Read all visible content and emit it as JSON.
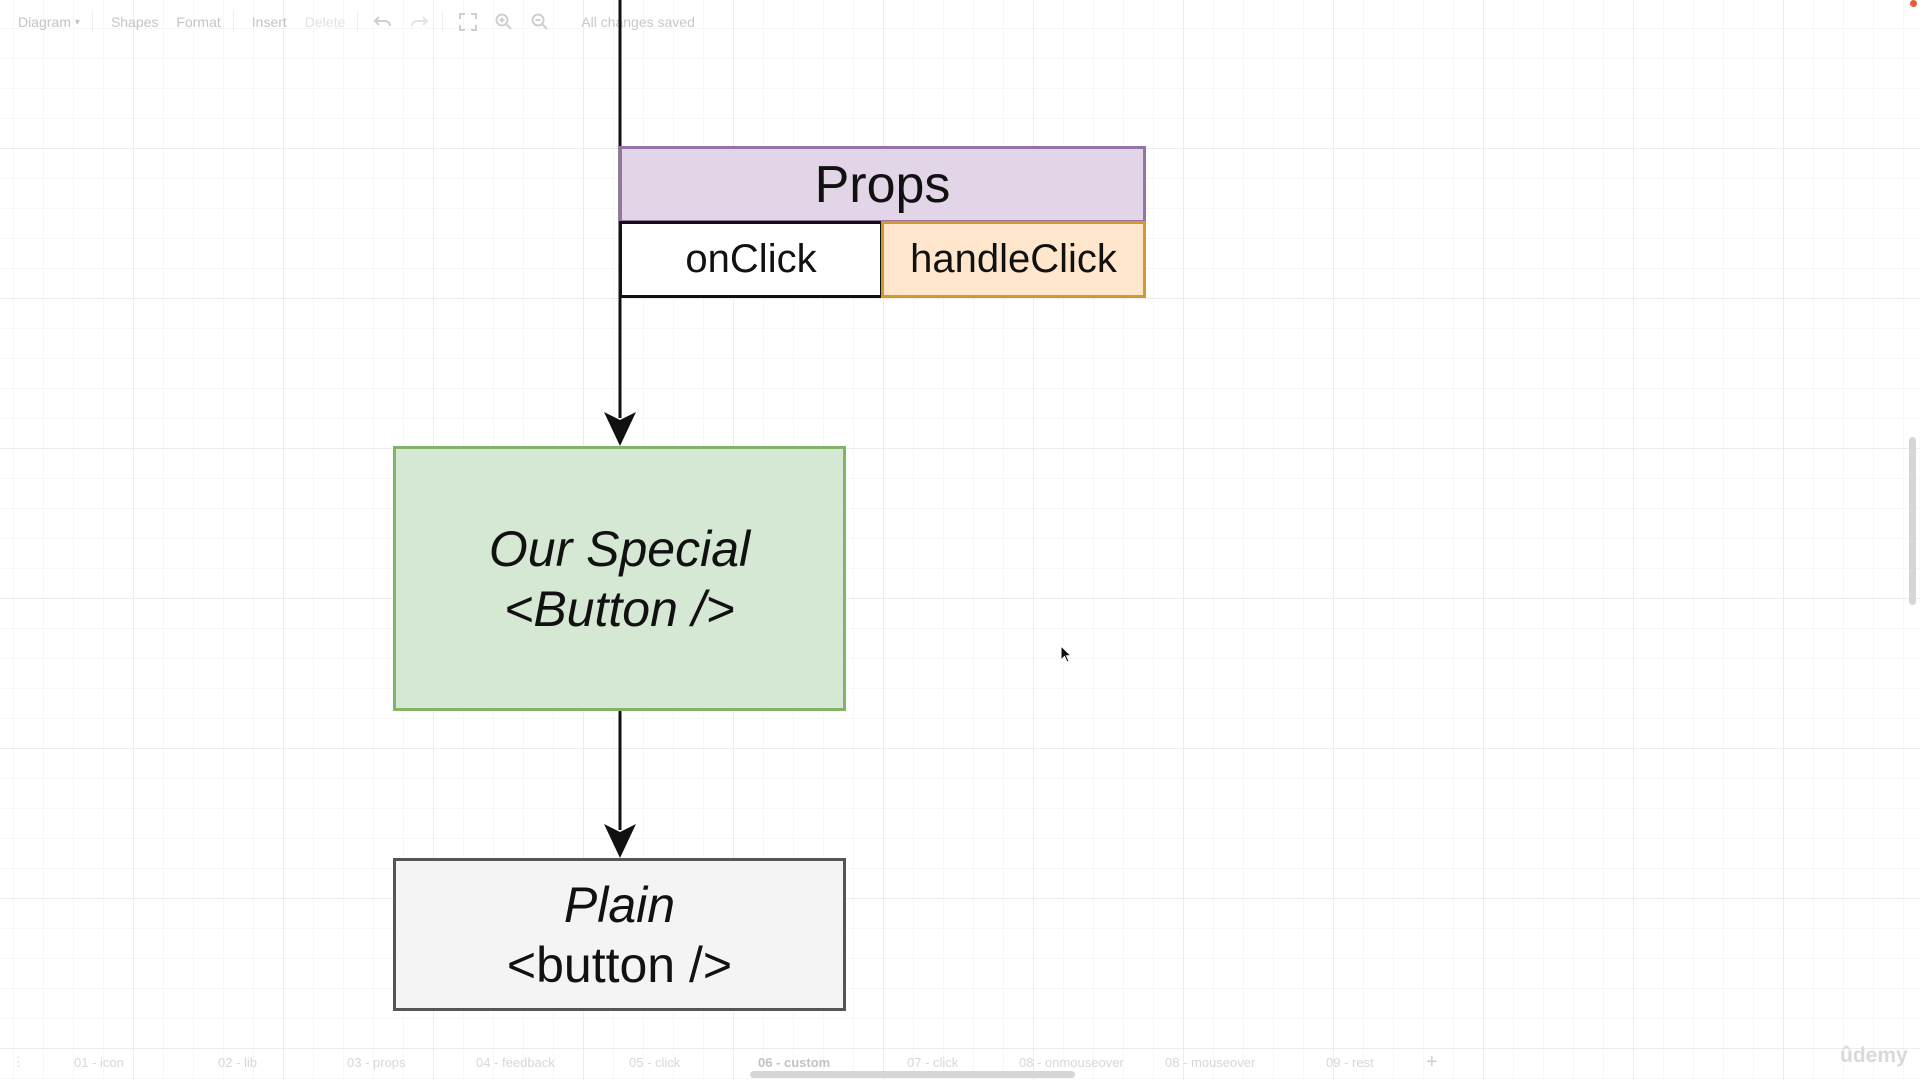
{
  "toolbar": {
    "diagram_menu": "Diagram",
    "shapes": "Shapes",
    "format": "Format",
    "insert": "Insert",
    "delete": "Delete",
    "status": "All changes saved",
    "icons": [
      "undo-icon",
      "redo-icon",
      "fullscreen-icon",
      "zoom-in-icon",
      "zoom-out-icon"
    ]
  },
  "diagram": {
    "props_header": "Props",
    "onclick_label": "onClick",
    "handleclick_label": "handleClick",
    "special_button_line1": "Our Special",
    "special_button_line2": "<Button />",
    "plain_button_line1": "Plain",
    "plain_button_line2": "<button />",
    "colors": {
      "props_fill": "#e1d5e7",
      "props_stroke": "#9673a6",
      "handleclick_fill": "#ffe6cc",
      "handleclick_stroke": "#d19a2e",
      "special_fill": "#d5e8d4",
      "special_stroke": "#82b366",
      "plain_fill": "#f4f4f4",
      "plain_stroke": "#555555"
    }
  },
  "tabs": {
    "items": [
      {
        "label": "01 - icon"
      },
      {
        "label": "02 - lib"
      },
      {
        "label": "03 - props"
      },
      {
        "label": "04 - feedback"
      },
      {
        "label": "05 - click"
      },
      {
        "label": "06 - custom",
        "active": true
      },
      {
        "label": "07 - click"
      },
      {
        "label": "08 - onmouseover"
      },
      {
        "label": "08 - mouseover"
      },
      {
        "label": "09 - rest"
      }
    ],
    "add_label": "+"
  },
  "watermark": "ûdemy"
}
